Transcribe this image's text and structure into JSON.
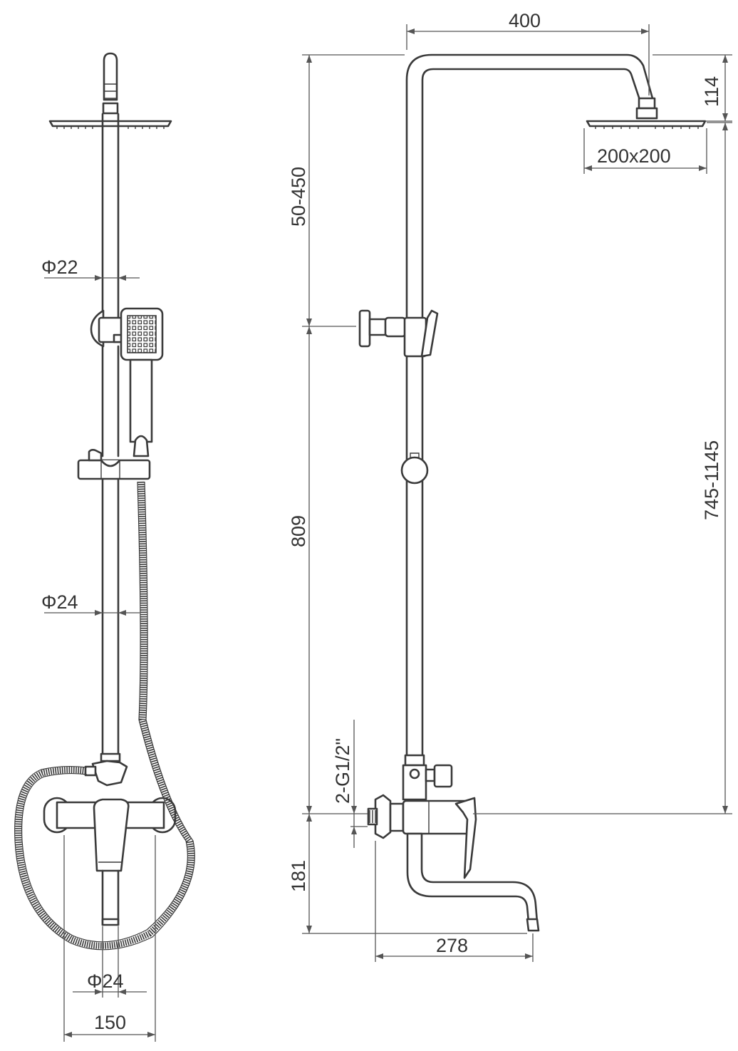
{
  "drawing": {
    "front_view": {
      "dimensions": {
        "pipe_upper": "Φ22",
        "pipe_lower": "Φ24",
        "spout": "Φ24",
        "centers": "150"
      }
    },
    "side_view": {
      "dimensions": {
        "arm_reach": "400",
        "head_drop": "114",
        "head_size": "200x200",
        "height_adjust": "50-450",
        "rail_height": "809",
        "overall_height": "745-1145",
        "connection": "2-G1/2\"",
        "spout_height": "181",
        "spout_reach": "278"
      }
    }
  }
}
